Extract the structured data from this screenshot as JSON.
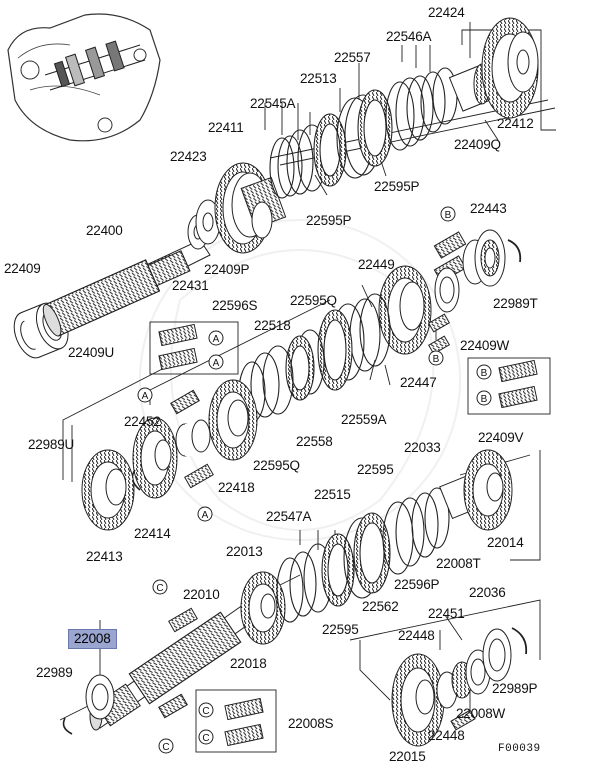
{
  "diagram": {
    "figure_code": "F00039",
    "highlighted_part": "22008",
    "ref_markers": [
      "A",
      "B",
      "C"
    ],
    "labels": {
      "p22424": "22424",
      "p22546A": "22546A",
      "p22557": "22557",
      "p22513": "22513",
      "p22545A": "22545A",
      "p22411": "22411",
      "p22412": "22412",
      "p22409Q": "22409Q",
      "p22423": "22423",
      "p22595P_a": "22595P",
      "p22595P_b": "22595P",
      "p22400": "22400",
      "p22443": "22443",
      "p22409": "22409",
      "p22409P": "22409P",
      "p22431": "22431",
      "p22449": "22449",
      "p22989T": "22989T",
      "p22596S": "22596S",
      "p22595Q_a": "22595Q",
      "p22518": "22518",
      "p22409W": "22409W",
      "p22409U": "22409U",
      "p22447": "22447",
      "p22559A": "22559A",
      "p22452": "22452",
      "p22558": "22558",
      "p22409V": "22409V",
      "p22989U": "22989U",
      "p22595Q_b": "22595Q",
      "p22033": "22033",
      "p22418": "22418",
      "p22595": "22595",
      "p22515": "22515",
      "p22547A": "22547A",
      "p22414": "22414",
      "p22014": "22014",
      "p22413": "22413",
      "p22013": "22013",
      "p22008T": "22008T",
      "p22596P": "22596P",
      "p22010": "22010",
      "p22562": "22562",
      "p22036": "22036",
      "p22451": "22451",
      "p22018": "22018",
      "p22595_b": "22595",
      "p22008": "22008",
      "p22448_a": "22448",
      "p22989": "22989",
      "p22989P": "22989P",
      "p22008W": "22008W",
      "p22008S": "22008S",
      "p22448_b": "22448",
      "p22015": "22015"
    }
  }
}
